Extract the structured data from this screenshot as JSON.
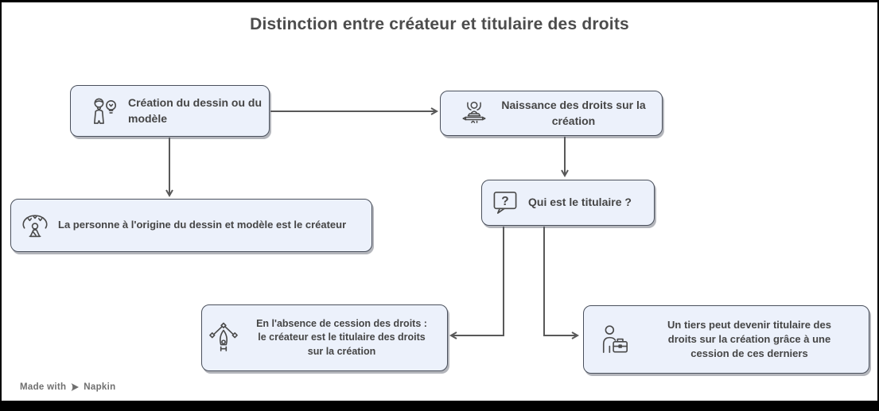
{
  "title": "Distinction entre créateur et titulaire des droits",
  "nodes": {
    "creation": {
      "icon": "person-lightbulb-icon",
      "label": "Création du dessin ou du modèle",
      "lines": [
        "Création du dessin ou du",
        "modèle"
      ]
    },
    "naissance": {
      "icon": "celebration-birth-icon",
      "label": "Naissance des droits sur la création",
      "lines": [
        "Naissance des droits sur la",
        "création"
      ]
    },
    "personne": {
      "icon": "person-sparkles-icon",
      "label": "La personne à l'origine du dessin et modèle est le créateur"
    },
    "titulaire": {
      "icon": "question-bubble-icon",
      "icon_glyph": "?",
      "label": "Qui est le titulaire ?"
    },
    "absence": {
      "icon": "pen-tool-icon",
      "label": "En l'absence de cession des droits : le créateur est le titulaire des droits sur la création",
      "lines": [
        "En l'absence de cession des droits :",
        "le créateur est le titulaire des droits",
        "sur la création"
      ]
    },
    "tiers": {
      "icon": "person-briefcase-icon",
      "label": "Un tiers peut devenir titulaire des droits sur la création grâce à une cession de ces derniers",
      "lines": [
        "Un tiers peut devenir titulaire des",
        "droits sur la création grâce à une",
        "cession de ces derniers"
      ]
    }
  },
  "footer": {
    "made_with": "Made with",
    "brand": "Napkin"
  },
  "colors": {
    "node_fill": "#ecf1fb",
    "node_border": "#4a505c",
    "arrow": "#585858",
    "title_text": "#4c4c4c",
    "label_text": "#454545",
    "footer_text": "#6f6f6f",
    "frame": "#000000"
  }
}
